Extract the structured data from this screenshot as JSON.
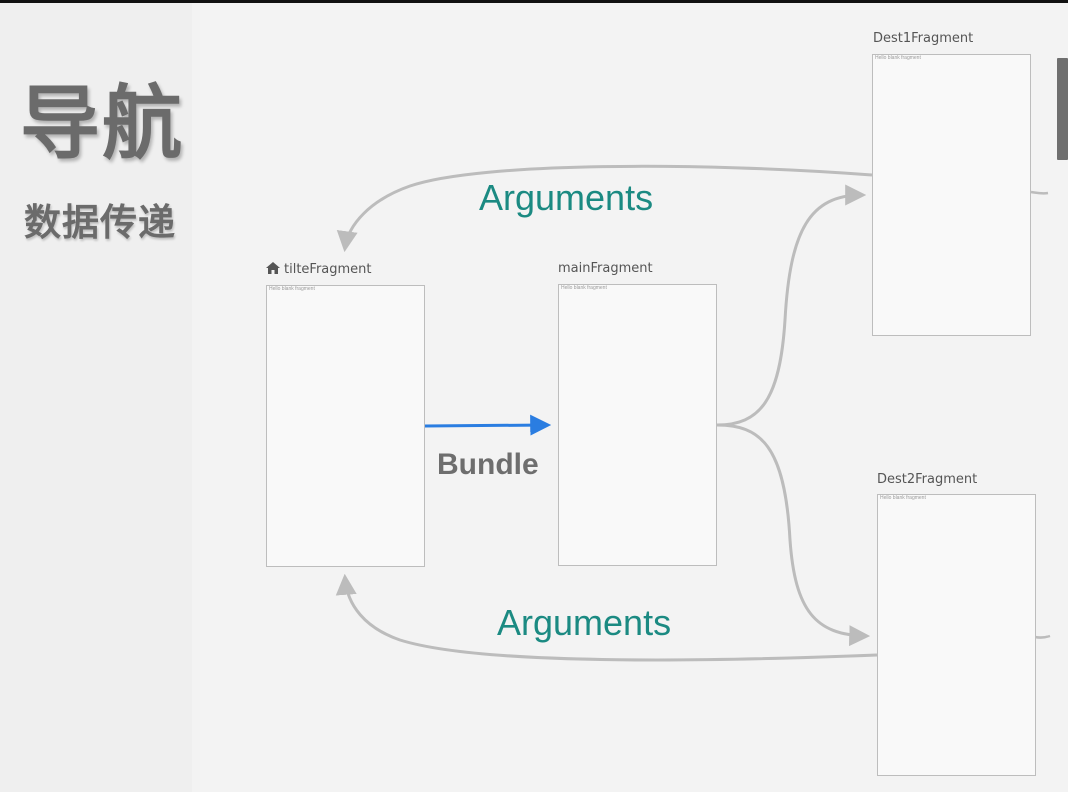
{
  "header": {
    "title": "导航",
    "subtitle": "数据传递"
  },
  "fragments": {
    "tilte": {
      "name": "tilteFragment",
      "content": "Hello blank fragment",
      "start_destination": true
    },
    "main": {
      "name": "mainFragment",
      "content": "Hello blank fragment"
    },
    "dest1": {
      "name": "Dest1Fragment",
      "content": "Hello blank fragment"
    },
    "dest2": {
      "name": "Dest2Fragment",
      "content": "Hello blank fragment"
    }
  },
  "edges": {
    "bundle_label": "Bundle",
    "args_top_label": "Arguments",
    "args_bottom_label": "Arguments"
  },
  "icons": {
    "start": "home-icon"
  },
  "colors": {
    "bundle_arrow": "#2a7de1",
    "arguments_text": "#1b8a82",
    "link_gray": "#bcbcbc",
    "title_gray": "#6b6b6b"
  }
}
